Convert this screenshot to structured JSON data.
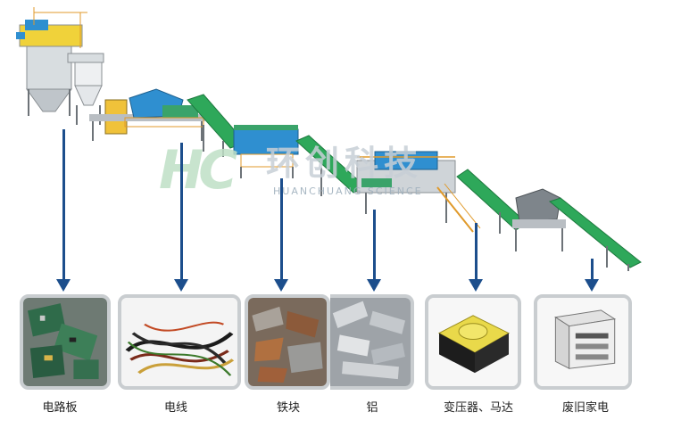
{
  "watermark": {
    "logo": "HC",
    "cn": "环创科技",
    "en": "HUANCHUANG SCIENCE"
  },
  "outputs": [
    {
      "id": "pcb",
      "label": "电路板"
    },
    {
      "id": "wire",
      "label": "电线"
    },
    {
      "id": "iron",
      "label": "铁块"
    },
    {
      "id": "aluminum",
      "label": "铝"
    },
    {
      "id": "transformer",
      "label": "变压器、马达"
    },
    {
      "id": "appliance",
      "label": "废旧家电"
    }
  ],
  "colors": {
    "arrow": "#1c4e8c",
    "frame": "#c9cdd0",
    "conveyor": "#2ea85a",
    "machine_blue": "#2f8fd0",
    "structure_gray": "#9aa0a6",
    "handrail_orange": "#e09a2b",
    "cabinet_yellow": "#f0c23a"
  }
}
